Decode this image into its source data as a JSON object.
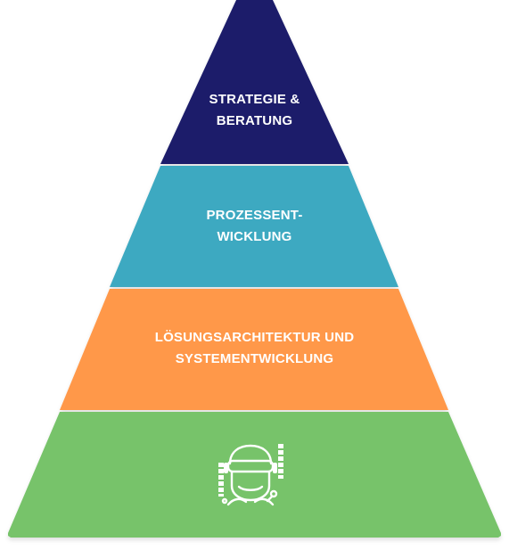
{
  "pyramid": {
    "tiers": [
      {
        "id": "strategy",
        "lines": [
          "STRATEGIE &",
          "BERATUNG"
        ],
        "color": "#1B1F6B"
      },
      {
        "id": "process",
        "lines": [
          "PROZESSENT-",
          "WICKLUNG"
        ],
        "color": "#3EA9C1"
      },
      {
        "id": "architecture",
        "lines": [
          "LÖSUNGSARCHITEKTUR UND",
          "SYSTEMENTWICKLUNG"
        ],
        "color": "#FF984A"
      },
      {
        "id": "base",
        "icon": "robot-head-icon",
        "color": "#77C36B"
      }
    ],
    "text_color": "#FFFFFF",
    "shadow_color": "#D9D9D9"
  }
}
